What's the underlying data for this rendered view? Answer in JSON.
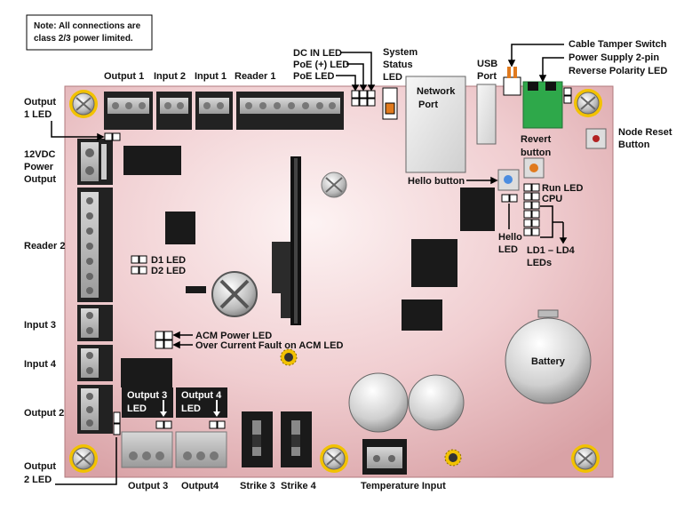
{
  "note": {
    "line1": "Note: All connections are",
    "line2": "class 2/3 power limited."
  },
  "top_labels": {
    "output1": "Output 1",
    "input2": "Input 2",
    "input1": "Input 1",
    "reader1": "Reader 1",
    "dc_in_led": "DC IN LED",
    "poe_plus_led": "PoE (+) LED",
    "poe_led": "PoE  LED",
    "system": "System",
    "status": "Status",
    "led": "LED",
    "usb": "USB",
    "port": "Port",
    "cable_tamper": "Cable Tamper Switch",
    "power_supply": "Power Supply 2-pin",
    "reverse_polarity": "Reverse Polarity LED"
  },
  "left_labels": {
    "output1_led_a": "Output",
    "output1_led_b": "1 LED",
    "power_out_a": "12VDC",
    "power_out_b": "Power",
    "power_out_c": "Output",
    "reader2": "Reader 2",
    "input3": "Input 3",
    "input4": "Input 4",
    "output2": "Output 2",
    "output2_led_a": "Output",
    "output2_led_b": "2 LED"
  },
  "board_labels": {
    "d1_led": "D1 LED",
    "d2_led": "D2 LED",
    "acm_power_led": "ACM Power LED",
    "over_current": "Over Current Fault on ACM LED",
    "output3_led_a": "Output 3",
    "output3_led_b": "LED",
    "output4_led_a": "Output 4",
    "output4_led_b": "LED",
    "network_a": "Network",
    "network_b": "Port",
    "revert_a": "Revert",
    "revert_b": "button",
    "hello_button": "Hello button",
    "run_led": "Run LED",
    "cpu": "CPU",
    "hello_led_a": "Hello",
    "hello_led_b": "LED",
    "ld_leds_a": "LD1 – LD4",
    "ld_leds_b": "LEDs",
    "battery": "Battery"
  },
  "right_labels": {
    "node_reset_a": "Node Reset",
    "node_reset_b": "Button"
  },
  "bottom_labels": {
    "output3": "Output 3",
    "output4": "Output4",
    "strike3": "Strike 3",
    "strike4": "Strike 4",
    "temperature": "Temperature Input"
  },
  "colors": {
    "board_fill": "#f2d4d6",
    "connector_green": "#2ea84a",
    "screw_ring": "#f2c200",
    "chip": "#1a1a1a"
  }
}
